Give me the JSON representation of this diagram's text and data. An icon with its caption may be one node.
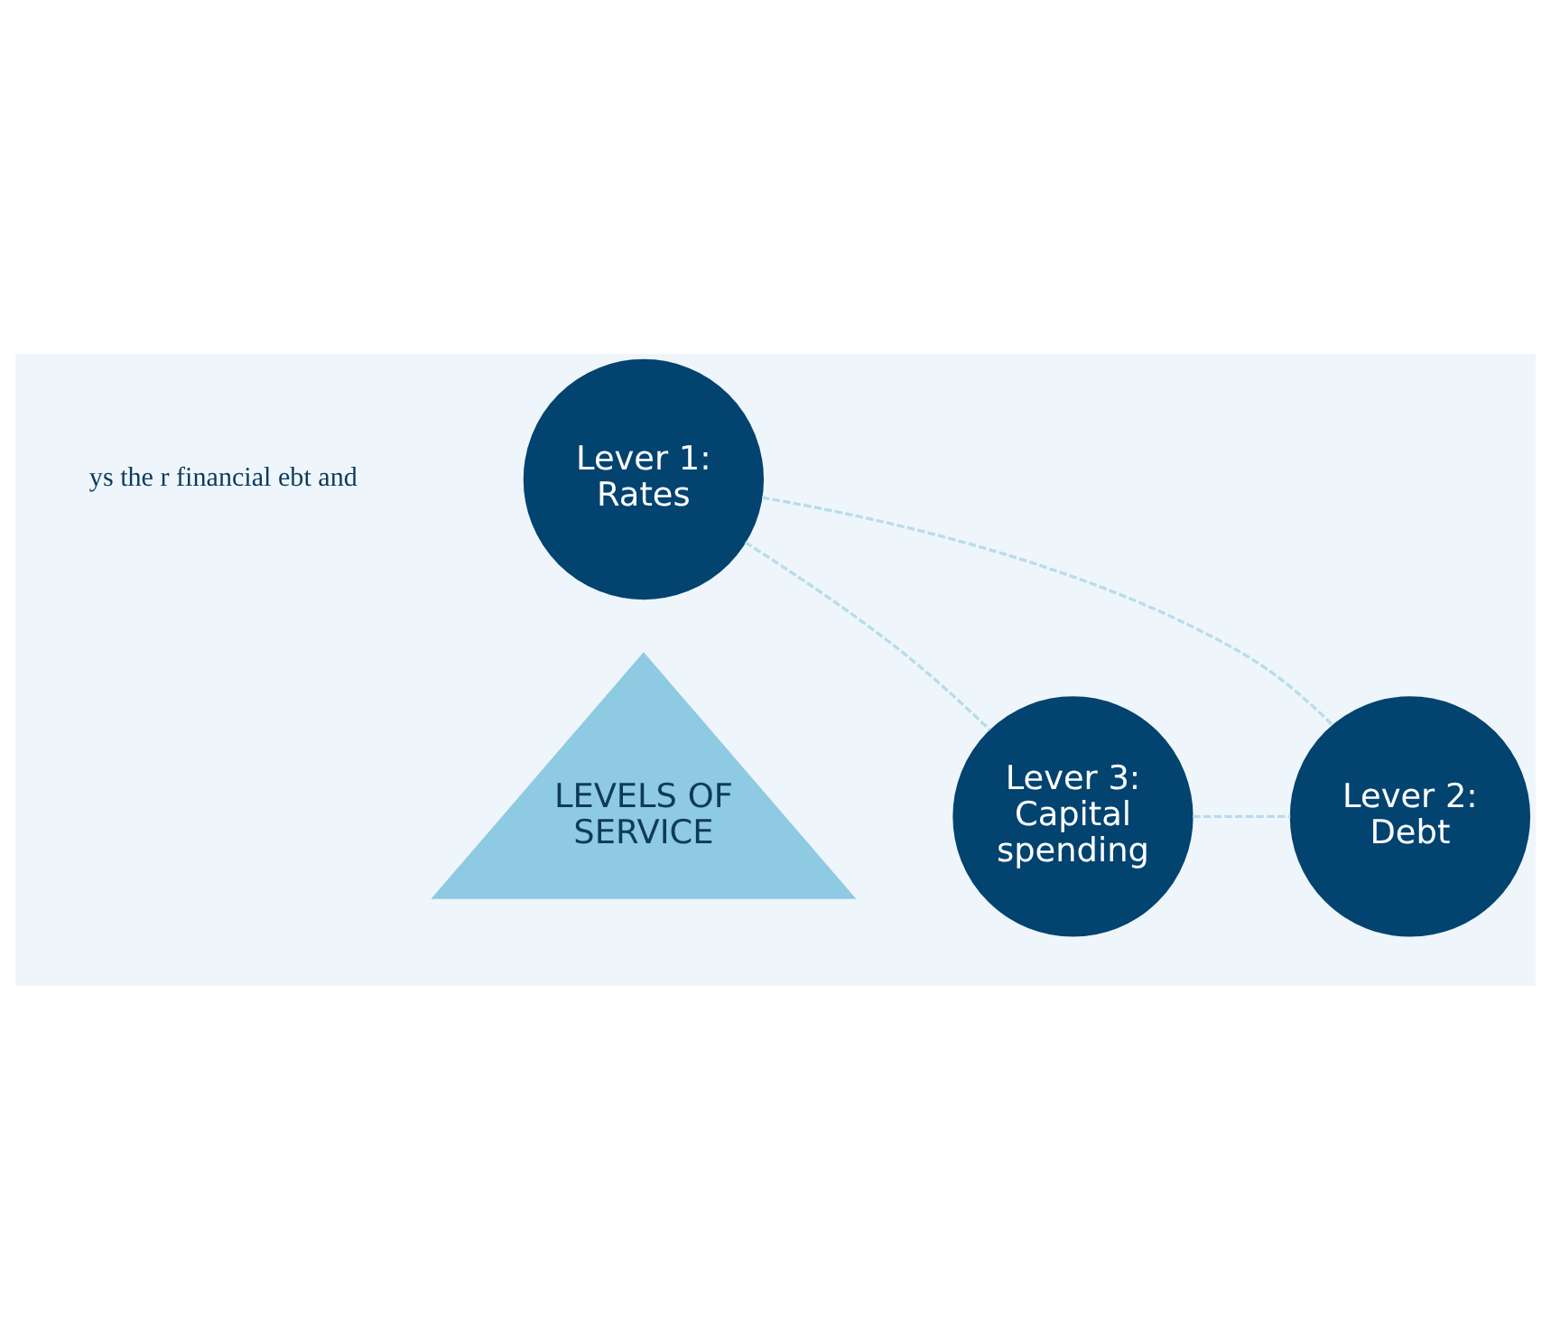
{
  "diagram": {
    "nodes": [
      {
        "text": [
          "LEVELS OF SERVICE"
        ]
      },
      {
        "text": [
          "Lever 1: Rates"
        ]
      },
      {
        "text": [
          "Lever 2: Debt"
        ]
      },
      {
        "text": [
          "Lever 3: Capital spending"
        ]
      }
    ],
    "edges": [
      {
        "from": 1,
        "to": 3,
        "arrow": "none",
        "style": "dashed"
      },
      {
        "from": 1,
        "to": 2,
        "arrow": "none",
        "style": "dashed"
      },
      {
        "from": 3,
        "to": 2,
        "arrow": "none",
        "style": "dashed"
      }
    ],
    "labels": [
      "ys the r financial ebt and"
    ]
  }
}
